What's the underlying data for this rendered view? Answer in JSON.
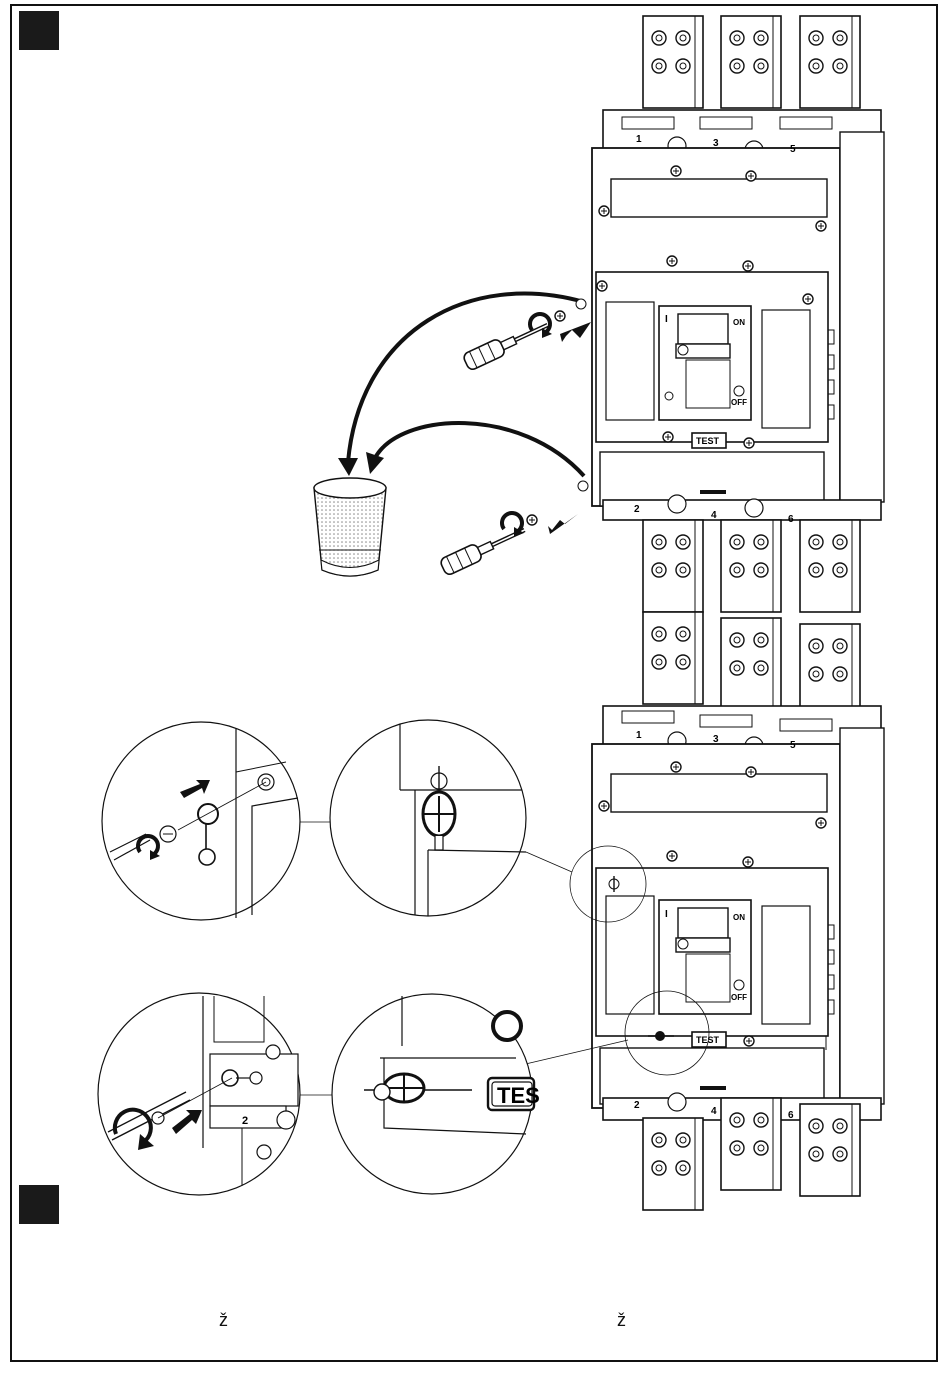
{
  "page": {
    "corner_glyph_left": "ž",
    "corner_glyph_right": "ž"
  },
  "breaker": {
    "top_terminals": [
      "1",
      "3",
      "5"
    ],
    "bottom_terminals": [
      "2",
      "4",
      "6"
    ],
    "on_label": "ON",
    "off_label": "OFF",
    "on_symbol": "I",
    "off_symbol": "O",
    "test_label": "TEST"
  },
  "details": {
    "terminal_label": "2",
    "test_partial": "TES"
  }
}
